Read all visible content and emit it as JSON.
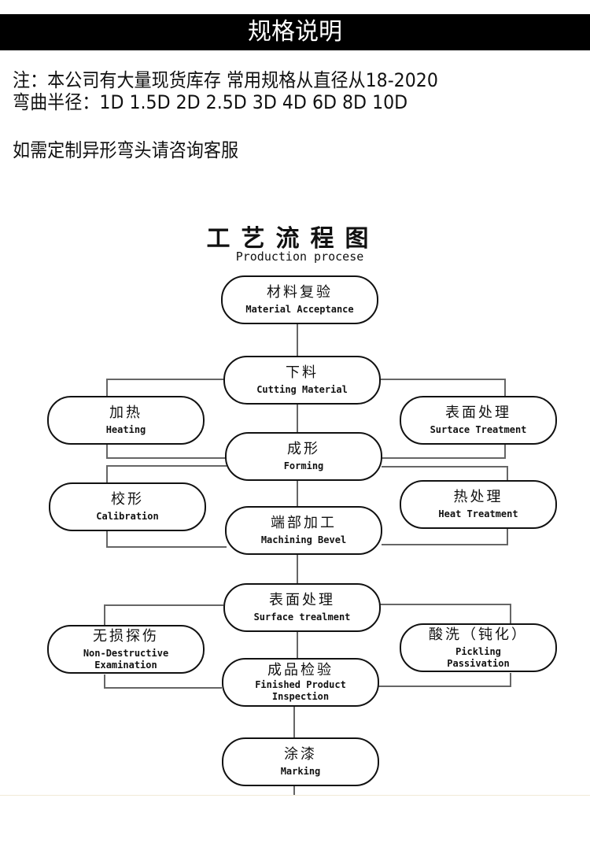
{
  "header": {
    "title": "规格说明"
  },
  "notes": {
    "line1": "注：本公司有大量现货库存 常用规格从直径从18-2020",
    "line2": "弯曲半径：1D 1.5D 2D 2.5D 3D 4D 6D 8D 10D",
    "line3": "如需定制异形弯头请咨询客服"
  },
  "flowchart": {
    "title": "工艺流程图",
    "subtitle": "Production procese",
    "steps": [
      {
        "cn": "材料复验",
        "en": "Material Acceptance"
      },
      {
        "cn": "下料",
        "en": "Cutting Material"
      },
      {
        "cn": "加热",
        "en": "Heating"
      },
      {
        "cn": "表面处理",
        "en": "Surtace Treatment"
      },
      {
        "cn": "成形",
        "en": "Forming"
      },
      {
        "cn": "校形",
        "en": "Calibration"
      },
      {
        "cn": "热处理",
        "en": "Heat Treatment"
      },
      {
        "cn": "端部加工",
        "en": "Machining Bevel"
      },
      {
        "cn": "表面处理",
        "en": "Surface trealment"
      },
      {
        "cn": "无损探伤",
        "en": "Non-Destructive Examination"
      },
      {
        "cn": "酸洗（钝化）",
        "en": "Pickling Passivation"
      },
      {
        "cn": "成品检验",
        "en": "Finished Product Inspection"
      },
      {
        "cn": "涂漆",
        "en": "Marking"
      }
    ]
  }
}
